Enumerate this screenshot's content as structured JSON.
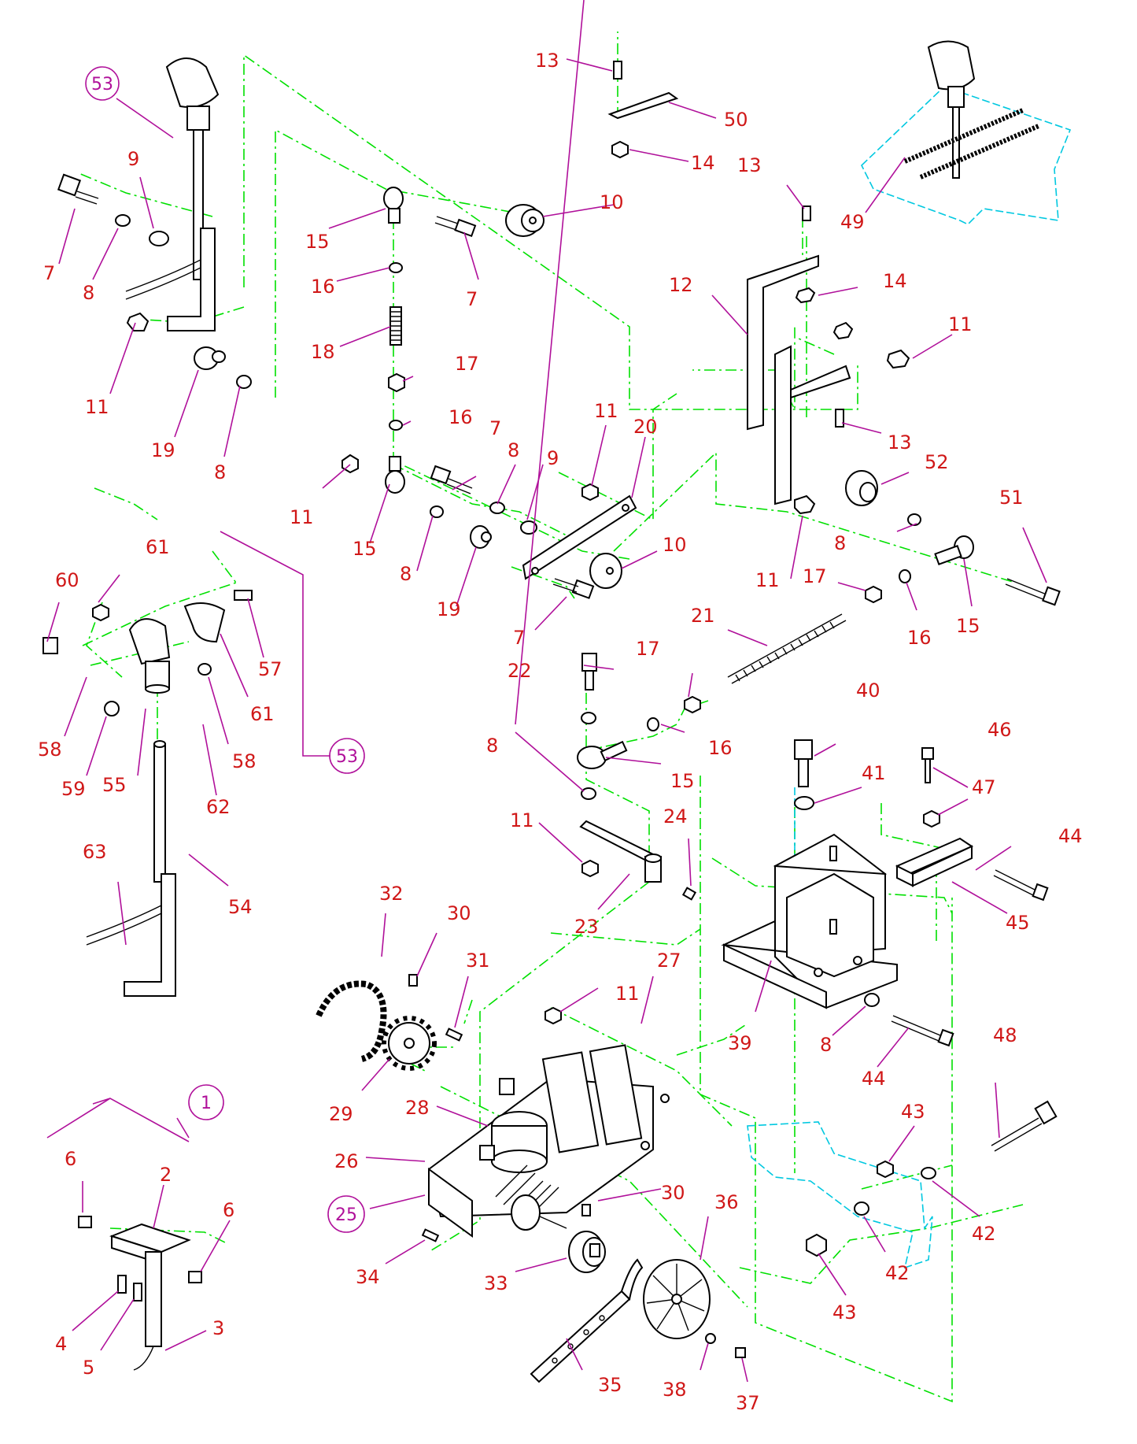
{
  "callouts": [
    {
      "id": "c53a",
      "text": "53",
      "circled": true
    },
    {
      "id": "c9a",
      "text": "9"
    },
    {
      "id": "c7a",
      "text": "7"
    },
    {
      "id": "c8a",
      "text": "8"
    },
    {
      "id": "c11a",
      "text": "11"
    },
    {
      "id": "c19a",
      "text": "19"
    },
    {
      "id": "c8b",
      "text": "8"
    },
    {
      "id": "c15a",
      "text": "15"
    },
    {
      "id": "c16a",
      "text": "16"
    },
    {
      "id": "c7b",
      "text": "7"
    },
    {
      "id": "c18",
      "text": "18"
    },
    {
      "id": "c17a",
      "text": "17"
    },
    {
      "id": "c16b",
      "text": "16"
    },
    {
      "id": "c10a",
      "text": "10"
    },
    {
      "id": "c13a",
      "text": "13"
    },
    {
      "id": "c50",
      "text": "50"
    },
    {
      "id": "c14a",
      "text": "14"
    },
    {
      "id": "c13b",
      "text": "13"
    },
    {
      "id": "c49",
      "text": "49"
    },
    {
      "id": "c12",
      "text": "12"
    },
    {
      "id": "c14b",
      "text": "14"
    },
    {
      "id": "c11b",
      "text": "11"
    },
    {
      "id": "c13c",
      "text": "13"
    },
    {
      "id": "c7c",
      "text": "7"
    },
    {
      "id": "c8c",
      "text": "8"
    },
    {
      "id": "c9b",
      "text": "9"
    },
    {
      "id": "c11c",
      "text": "11"
    },
    {
      "id": "c20",
      "text": "20"
    },
    {
      "id": "c11d",
      "text": "11"
    },
    {
      "id": "c15b",
      "text": "15"
    },
    {
      "id": "c8d",
      "text": "8"
    },
    {
      "id": "c19b",
      "text": "19"
    },
    {
      "id": "c10b",
      "text": "10"
    },
    {
      "id": "c7d",
      "text": "7"
    },
    {
      "id": "c52",
      "text": "52"
    },
    {
      "id": "c51",
      "text": "51"
    },
    {
      "id": "c8e",
      "text": "8"
    },
    {
      "id": "c11e",
      "text": "11"
    },
    {
      "id": "c17b",
      "text": "17"
    },
    {
      "id": "c16c",
      "text": "16"
    },
    {
      "id": "c15c",
      "text": "15"
    },
    {
      "id": "c21",
      "text": "21"
    },
    {
      "id": "c60",
      "text": "60"
    },
    {
      "id": "c61a",
      "text": "61"
    },
    {
      "id": "c57",
      "text": "57"
    },
    {
      "id": "c61b",
      "text": "61"
    },
    {
      "id": "c58a",
      "text": "58"
    },
    {
      "id": "c58b",
      "text": "58"
    },
    {
      "id": "c59",
      "text": "59"
    },
    {
      "id": "c55",
      "text": "55"
    },
    {
      "id": "c62",
      "text": "62"
    },
    {
      "id": "c53b",
      "text": "53",
      "circled": true
    },
    {
      "id": "c63",
      "text": "63"
    },
    {
      "id": "c54",
      "text": "54"
    },
    {
      "id": "c22",
      "text": "22"
    },
    {
      "id": "c17c",
      "text": "17"
    },
    {
      "id": "c8f",
      "text": "8"
    },
    {
      "id": "c16d",
      "text": "16"
    },
    {
      "id": "c15d",
      "text": "15"
    },
    {
      "id": "c11f",
      "text": "11"
    },
    {
      "id": "c24",
      "text": "24"
    },
    {
      "id": "c23",
      "text": "23"
    },
    {
      "id": "c40",
      "text": "40"
    },
    {
      "id": "c41",
      "text": "41"
    },
    {
      "id": "c46",
      "text": "46"
    },
    {
      "id": "c47",
      "text": "47"
    },
    {
      "id": "c44a",
      "text": "44"
    },
    {
      "id": "c45",
      "text": "45"
    },
    {
      "id": "c32",
      "text": "32"
    },
    {
      "id": "c30a",
      "text": "30"
    },
    {
      "id": "c31",
      "text": "31"
    },
    {
      "id": "c27",
      "text": "27"
    },
    {
      "id": "c11g",
      "text": "11"
    },
    {
      "id": "c39",
      "text": "39"
    },
    {
      "id": "c8g",
      "text": "8"
    },
    {
      "id": "c44b",
      "text": "44"
    },
    {
      "id": "c48",
      "text": "48"
    },
    {
      "id": "c29",
      "text": "29"
    },
    {
      "id": "c28",
      "text": "28"
    },
    {
      "id": "c43a",
      "text": "43"
    },
    {
      "id": "c26",
      "text": "26"
    },
    {
      "id": "c25",
      "text": "25",
      "circled": true
    },
    {
      "id": "c30b",
      "text": "30"
    },
    {
      "id": "c36",
      "text": "36"
    },
    {
      "id": "c42a",
      "text": "42"
    },
    {
      "id": "c42b",
      "text": "42"
    },
    {
      "id": "c34",
      "text": "34"
    },
    {
      "id": "c33",
      "text": "33"
    },
    {
      "id": "c43b",
      "text": "43"
    },
    {
      "id": "c1",
      "text": "1",
      "circled": true
    },
    {
      "id": "c6a",
      "text": "6"
    },
    {
      "id": "c2",
      "text": "2"
    },
    {
      "id": "c6b",
      "text": "6"
    },
    {
      "id": "c4",
      "text": "4"
    },
    {
      "id": "c5",
      "text": "5"
    },
    {
      "id": "c3",
      "text": "3"
    },
    {
      "id": "c35",
      "text": "35"
    },
    {
      "id": "c38",
      "text": "38"
    },
    {
      "id": "c37",
      "text": "37"
    }
  ],
  "colors": {
    "callout_text": "#d01818",
    "circled_callout": "#b0109a",
    "leader_line": "#b0109a",
    "ghost_line": "#00e000",
    "phantom_outline": "#00c8e0",
    "part_outline": "#000000"
  }
}
